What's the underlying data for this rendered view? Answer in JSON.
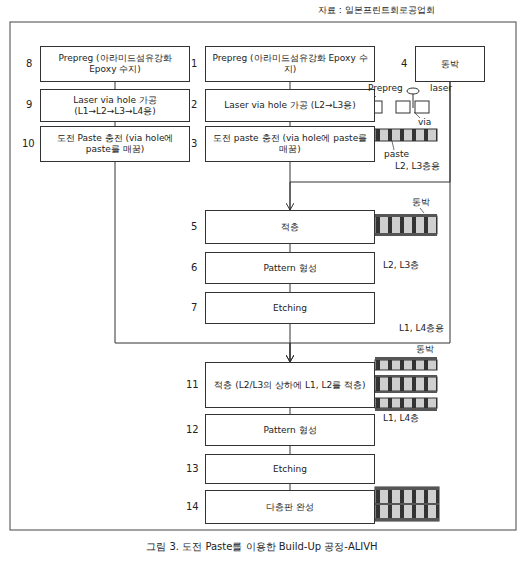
{
  "diagram": {
    "caption": "그림 3. 도전 Paste를 이용한 Build-Up 공정-ALIVH",
    "nodes": [
      {
        "text": [
          "Prepreg (아라미드섬유강화 Epoxy 수지)"
        ]
      },
      {
        "text": [
          "Laser via hole 가공 (L1→L2→L3→L4용)"
        ]
      },
      {
        "text": [
          "도전 Paste 충전 (via hole에 paste를 매꿈)"
        ]
      },
      {
        "text": [
          "Prepreg (아라미드섬유강화 Epoxy 수지)"
        ]
      },
      {
        "text": [
          "Laser via hole 가공 (L2→L3용)"
        ]
      },
      {
        "text": [
          "도전 paste 충전 (via hole에 paste를 매꿈)"
        ]
      },
      {
        "text": [
          "동박"
        ]
      },
      {
        "text": [
          "적층"
        ]
      },
      {
        "text": [
          "Pattern 형성"
        ]
      },
      {
        "text": [
          "Etching"
        ]
      },
      {
        "text": [
          "적층 (L2/L3의 상하에 L1, L2를 적층)"
        ]
      },
      {
        "text": [
          "Pattern 형성"
        ]
      },
      {
        "text": [
          "Etching"
        ]
      },
      {
        "text": [
          "다층판 완성"
        ]
      }
    ],
    "edges": [
      {
        "from": 0,
        "to": 1,
        "arrow": "none"
      },
      {
        "from": 1,
        "to": 2,
        "arrow": "none"
      },
      {
        "from": 3,
        "to": 4,
        "arrow": "none"
      },
      {
        "from": 4,
        "to": 5,
        "arrow": "none"
      },
      {
        "from": 5,
        "to": 7,
        "arrow": "none"
      },
      {
        "from": 6,
        "to": 7,
        "arrow": "to"
      },
      {
        "from": 7,
        "to": 8,
        "arrow": "none"
      },
      {
        "from": 8,
        "to": 9,
        "arrow": "none"
      },
      {
        "from": 2,
        "to": 10,
        "arrow": "to"
      },
      {
        "from": 9,
        "to": 10,
        "arrow": "none"
      },
      {
        "from": 6,
        "to": 10,
        "arrow": "to"
      },
      {
        "from": 10,
        "to": 11,
        "arrow": "none"
      },
      {
        "from": 11,
        "to": 12,
        "arrow": "none"
      },
      {
        "from": 12,
        "to": 13,
        "arrow": "none"
      }
    ],
    "labels": [
      "자료 : 일본프린트회로공업회",
      "8",
      "9",
      "10",
      "1",
      "2",
      "3",
      "4",
      "Prepreg",
      "laser",
      "via",
      "paste",
      "L2, L3층용",
      "5",
      "동박",
      "6",
      "L2, L3층",
      "7",
      "L1, L4층용",
      "11",
      "동박",
      "L1, L4층",
      "12",
      "13",
      "14"
    ]
  }
}
